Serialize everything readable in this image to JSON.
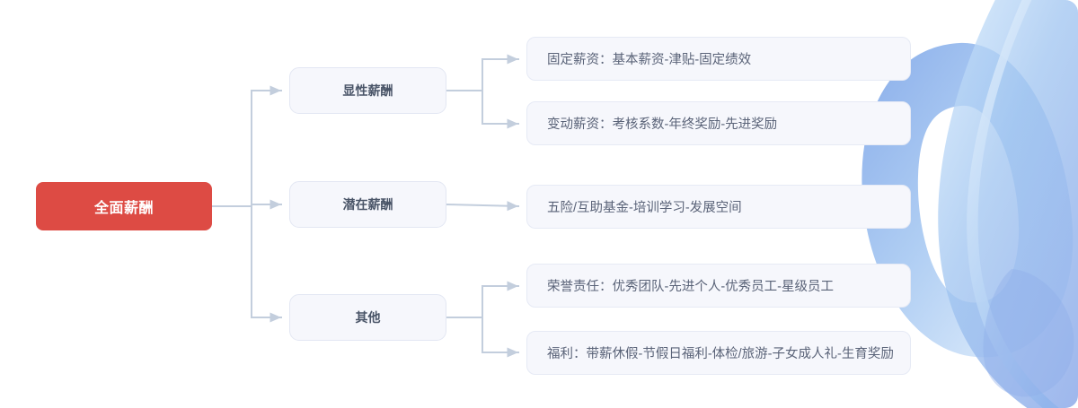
{
  "diagram": {
    "type": "mind-map",
    "title_node": "全面薪酬",
    "colors": {
      "root_bg": "#DD4B44",
      "root_text": "#FFFFFF",
      "node_bg": "#F6F7FC",
      "node_border": "#E3E7F3",
      "branch_text": "#4A5568",
      "leaf_text": "#5A6378",
      "connector": "#C3CEDD",
      "decor_blue": "#7FA6E8",
      "decor_light": "#CFE4FA",
      "canvas_bg": "#FFFFFF"
    },
    "root": {
      "label": "全面薪酬"
    },
    "branches": [
      {
        "label": "显性薪酬",
        "children": [
          {
            "label": "固定薪资：基本薪资-津贴-固定绩效"
          },
          {
            "label": "变动薪资：考核系数-年终奖励-先进奖励"
          }
        ]
      },
      {
        "label": "潜在薪酬",
        "children": [
          {
            "label": "五险/互助基金-培训学习-发展空间"
          }
        ]
      },
      {
        "label": "其他",
        "children": [
          {
            "label": "荣誉责任：优秀团队-先进个人-优秀员工-星级员工"
          },
          {
            "label": "福利：带薪休假-节假日福利-体检/旅游-子女成人礼-生育奖励"
          }
        ]
      }
    ],
    "leaves_flat": [
      "固定薪资：基本薪资-津贴-固定绩效",
      "变动薪资：考核系数-年终奖励-先进奖励",
      "五险/互助基金-培训学习-发展空间",
      "荣誉责任：优秀团队-先进个人-优秀员工-星级员工",
      "福利：带薪休假-节假日福利-体检/旅游-子女成人礼-生育奖励"
    ],
    "decoration": {
      "name": "abstract-blue-ribbon-swirl"
    }
  }
}
